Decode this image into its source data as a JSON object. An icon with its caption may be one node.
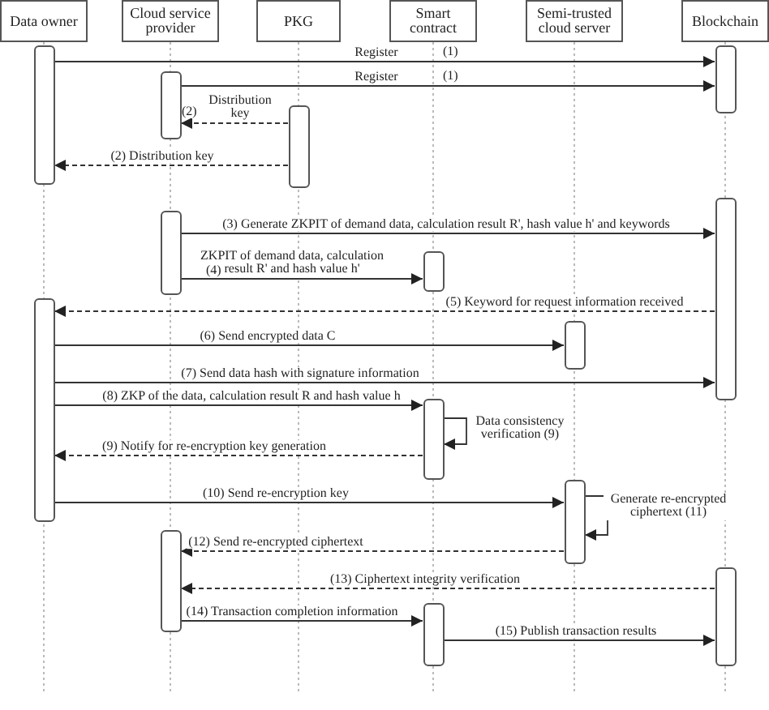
{
  "diagram": {
    "nodes": [
      {
        "text": [
          "Data owner"
        ]
      },
      {
        "text": [
          "Cloud service provider"
        ]
      },
      {
        "text": [
          "PKG"
        ]
      },
      {
        "text": [
          "Smart contract"
        ]
      },
      {
        "text": [
          "Semi-trusted cloud server"
        ]
      },
      {
        "text": [
          "Blockchain"
        ]
      },
      {
        "text": [],
        "shape": "bar"
      },
      {
        "text": [],
        "shape": "bar"
      },
      {
        "text": [],
        "shape": "bar"
      },
      {
        "text": [],
        "shape": "bar"
      },
      {
        "text": [],
        "shape": "bar"
      },
      {
        "text": [],
        "shape": "bar"
      },
      {
        "text": [],
        "shape": "bar"
      },
      {
        "text": [],
        "shape": "bar"
      },
      {
        "text": [],
        "shape": "bar"
      },
      {
        "text": [],
        "shape": "bar"
      },
      {
        "text": [],
        "shape": "bar"
      },
      {
        "text": [],
        "shape": "bar"
      },
      {
        "text": [],
        "shape": "bar"
      },
      {
        "text": [],
        "shape": "bar"
      }
    ],
    "edges": [
      {
        "from": 6,
        "to": 7,
        "arrow": "to",
        "label": "Register"
      },
      {
        "from": 8,
        "to": 7,
        "arrow": "to",
        "label": "Register"
      },
      {
        "from": 9,
        "to": 8,
        "arrow": "to",
        "style": "dashed",
        "label": "Distribution key"
      },
      {
        "from": 9,
        "to": 6,
        "arrow": "to",
        "style": "dashed",
        "label": "(2) Distribution key"
      },
      {
        "from": 11,
        "to": 10,
        "arrow": "to",
        "label": "(3) Generate ZKPIT of demand data, calculation result R', hash value h' and keywords"
      },
      {
        "from": 11,
        "to": 12,
        "arrow": "to",
        "label": "ZKPIT of demand data, calculation result R' and hash value h'"
      },
      {
        "from": 10,
        "to": 13,
        "arrow": "to",
        "style": "dashed",
        "label": "(5) Keyword for request information received"
      },
      {
        "from": 13,
        "to": 14,
        "arrow": "to",
        "label": "(6) Send encrypted data C"
      },
      {
        "from": 13,
        "to": 10,
        "arrow": "to",
        "label": "(7) Send data hash with signature information"
      },
      {
        "from": 13,
        "to": 15,
        "arrow": "to",
        "label": "(8) ZKP of the data, calculation result R and hash value h"
      },
      {
        "from": 15,
        "to": 15,
        "arrow": "to",
        "label": "Data consistency verification (9)"
      },
      {
        "from": 15,
        "to": 13,
        "arrow": "to",
        "style": "dashed",
        "label": "(9) Notify for re-encryption key generation"
      },
      {
        "from": 13,
        "to": 16,
        "arrow": "to",
        "label": "(10) Send re-encryption key"
      },
      {
        "from": 16,
        "to": 16,
        "arrow": "to",
        "label": "Generate re-encrypted ciphertext (11)"
      },
      {
        "from": 16,
        "to": 17,
        "arrow": "to",
        "style": "dashed",
        "label": "(12) Send re-encrypted ciphertext"
      },
      {
        "from": 18,
        "to": 17,
        "arrow": "to",
        "style": "dashed",
        "label": "(13) Ciphertext integrity verification"
      },
      {
        "from": 17,
        "to": 19,
        "arrow": "to",
        "label": "(14) Transaction completion information"
      },
      {
        "from": 19,
        "to": 18,
        "arrow": "to",
        "label": "(15) Publish transaction results"
      }
    ],
    "labels": [
      "(1)",
      "(1)",
      "(2)",
      "(4)"
    ]
  }
}
